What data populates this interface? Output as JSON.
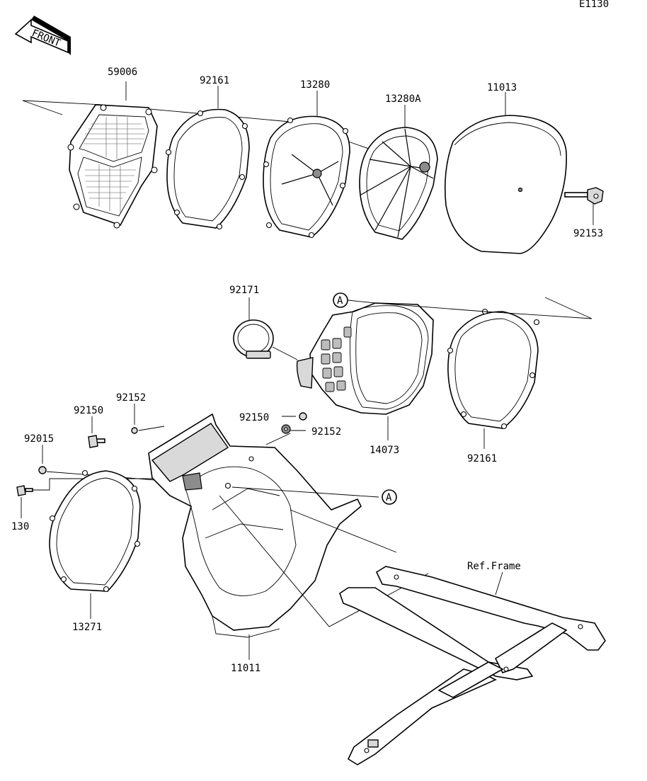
{
  "diagram": {
    "page_code": "E1130",
    "front_label": "FRONT",
    "ref_label": "Ref.Frame",
    "callout_marker": "A",
    "parts": {
      "p59006": "59006",
      "p92161_top": "92161",
      "p13280": "13280",
      "p13280a": "13280A",
      "p11013": "11013",
      "p92153": "92153",
      "p92171": "92171",
      "p14073": "14073",
      "p92161_mid": "92161",
      "p92150_mid": "92150",
      "p92152_mid": "92152",
      "p92152_left": "92152",
      "p92150_left": "92150",
      "p92015": "92015",
      "p130": "130",
      "p13271": "13271",
      "p11011": "11011"
    }
  }
}
